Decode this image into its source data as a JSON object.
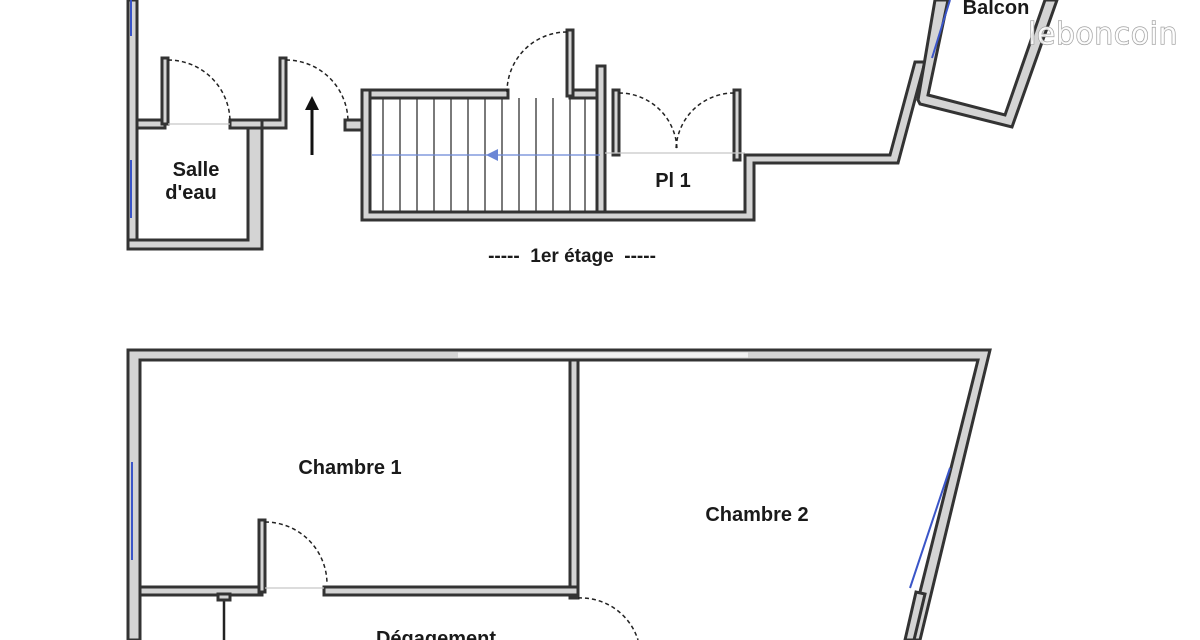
{
  "watermark": "leboncoin",
  "floor_label": "-----  1er étage  -----",
  "rooms": {
    "salle_deau_line1": "Salle",
    "salle_deau_line2": "d'eau",
    "pl1": "Pl 1",
    "balcon": "Balcon",
    "chambre1": "Chambre 1",
    "chambre2": "Chambre 2",
    "degagement": "Dégagement"
  },
  "colors": {
    "wall_fill": "#d4d4d4",
    "wall_outline": "#333333",
    "window": "#3a55c8",
    "stair_arrow": "#6b86d6"
  }
}
